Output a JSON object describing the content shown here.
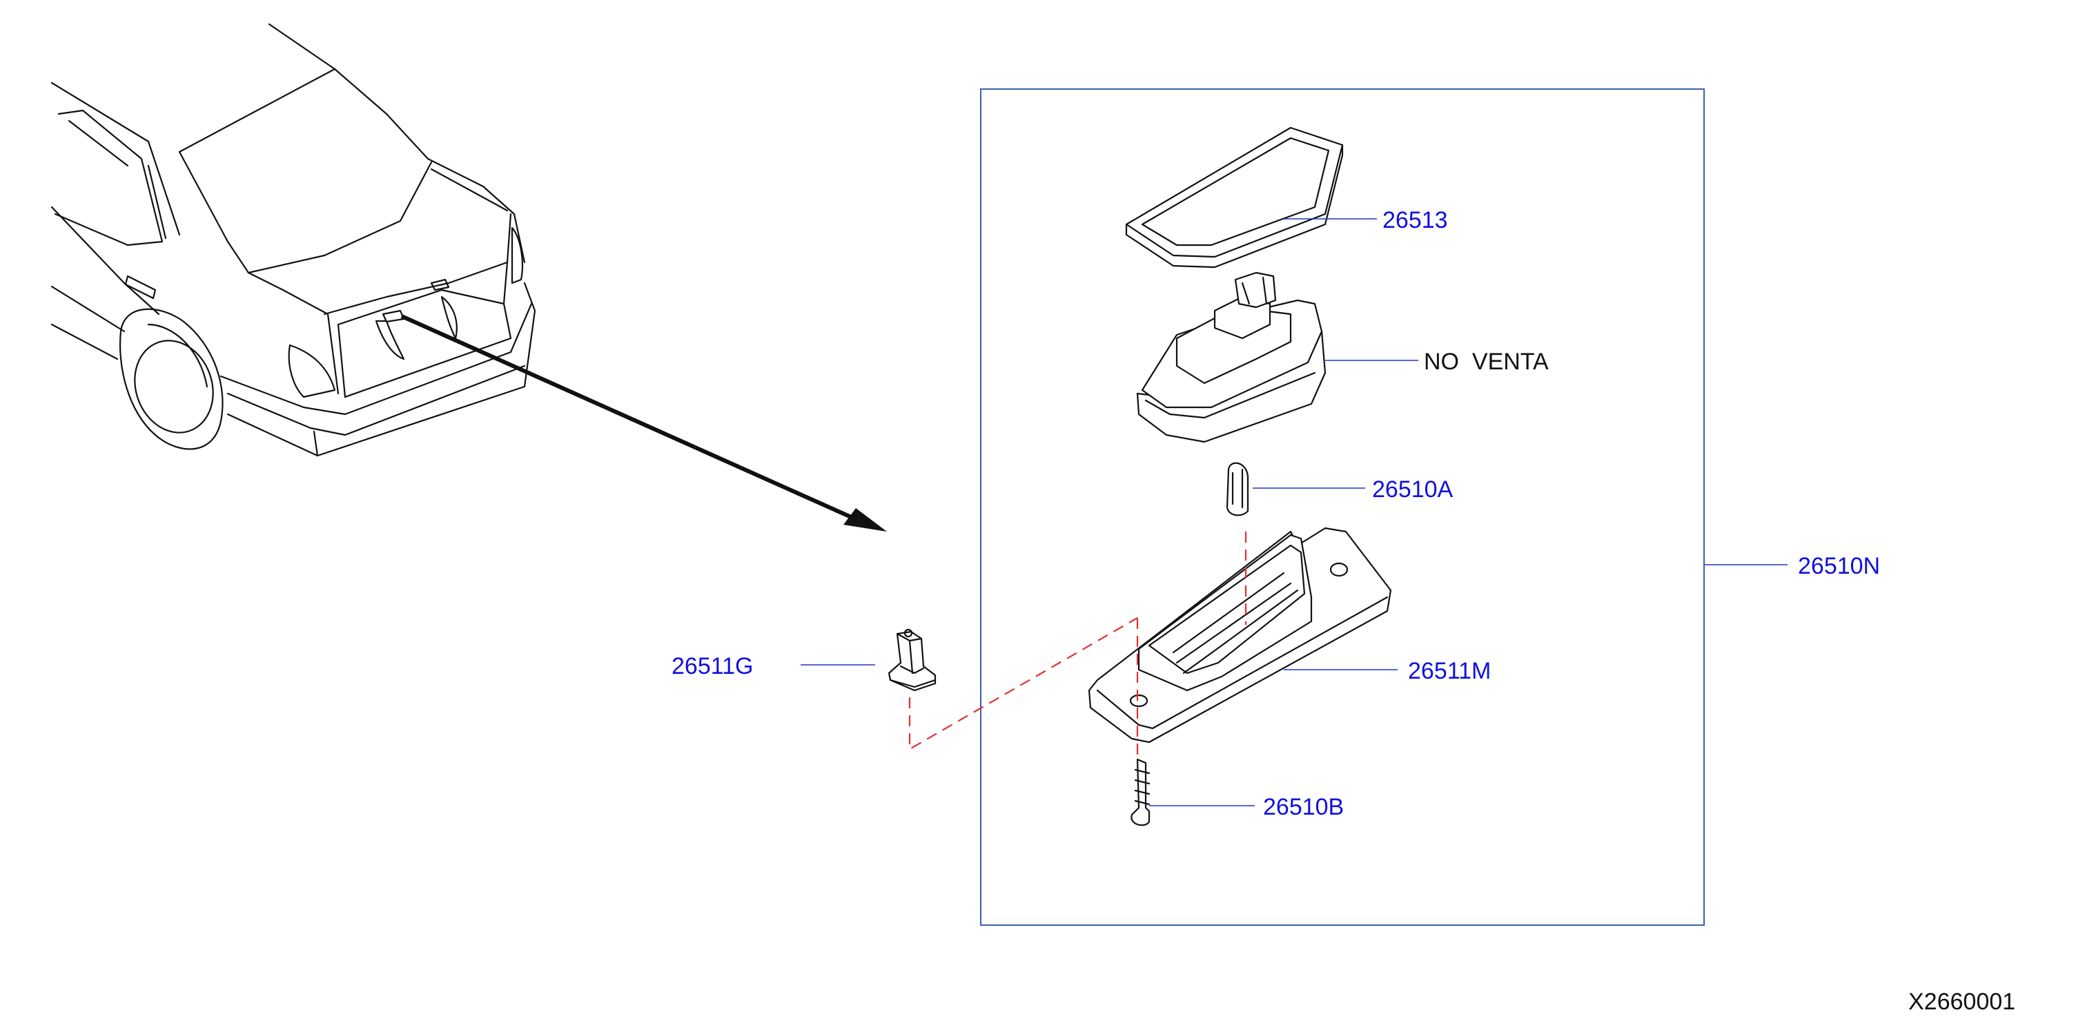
{
  "colors": {
    "part_label": "#1010e0",
    "note_label": "#111111",
    "leader_line": "#2233cc",
    "dashed_line": "#e33030",
    "assembly_box": "#3a62a8",
    "drawing_line": "#111111"
  },
  "labels": {
    "lens_gasket": "26513",
    "housing_note": "NO  VENTA",
    "bulb": "26510A",
    "assembly": "26510N",
    "base": "26511M",
    "clip": "26511G",
    "screw": "26510B"
  },
  "diagram_id": "X2660001"
}
